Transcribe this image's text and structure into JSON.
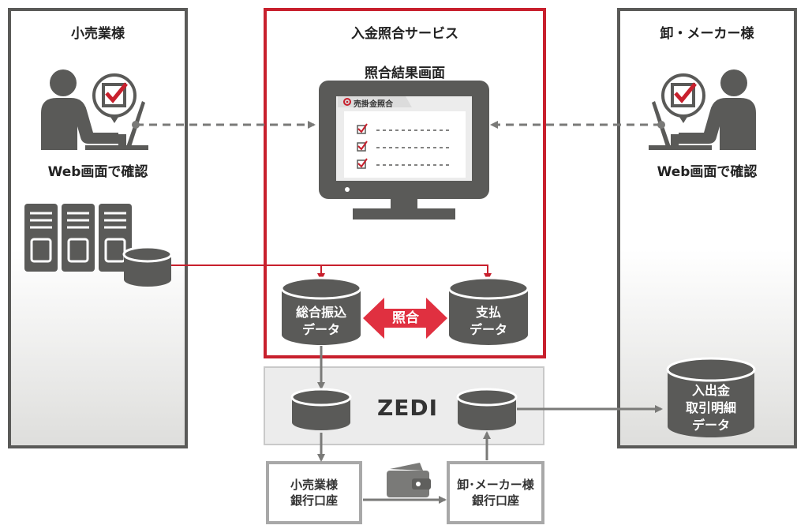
{
  "retailer": {
    "title": "小売業様",
    "web_label": "Web画面で確認"
  },
  "service": {
    "title": "入金照合サービス",
    "screen_title": "照合結果画面",
    "window_tab": "売掛金照合",
    "db_left": "総合振込\nデータ",
    "db_right": "支払\nデータ",
    "match_label": "照合"
  },
  "wholesaler": {
    "title": "卸・メーカー様",
    "web_label": "Web画面で確認",
    "db_label": "入出金\n取引明細\nデータ"
  },
  "zedi": {
    "label": "ZEDI"
  },
  "banks": {
    "retailer_bank": "小売業様\n銀行口座",
    "wholesaler_bank": "卸･メーカー様\n銀行口座"
  },
  "colors": {
    "accent_red": "#c8202d",
    "dark_gray": "#5a5a58",
    "light_gray": "#a8a8a8"
  }
}
